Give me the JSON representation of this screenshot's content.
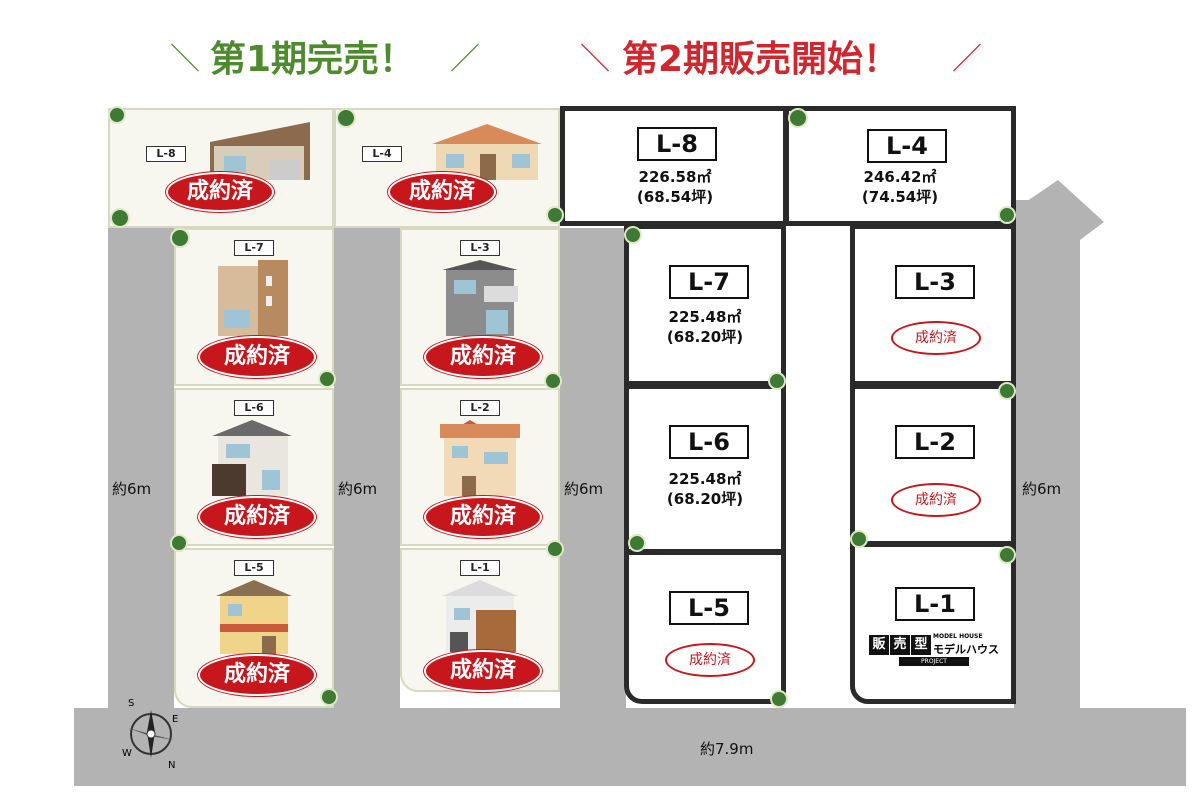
{
  "header": {
    "phase1": "第1期完売！",
    "phase2": "第2期販売開始！",
    "phase1_color": "#4e8b2e",
    "phase2_color": "#d0262e",
    "slash_left": "＼",
    "slash_right": "／"
  },
  "phase1_lots": [
    {
      "id": "L-8",
      "status": "成約済"
    },
    {
      "id": "L-4",
      "status": "成約済"
    },
    {
      "id": "L-7",
      "status": "成約済"
    },
    {
      "id": "L-3",
      "status": "成約済"
    },
    {
      "id": "L-6",
      "status": "成約済"
    },
    {
      "id": "L-2",
      "status": "成約済"
    },
    {
      "id": "L-5",
      "status": "成約済"
    },
    {
      "id": "L-1",
      "status": "成約済"
    }
  ],
  "phase2_lots": [
    {
      "id": "L-8",
      "area": "226.58㎡",
      "tsubo": "(68.54坪)"
    },
    {
      "id": "L-4",
      "area": "246.42㎡",
      "tsubo": "(74.54坪)"
    },
    {
      "id": "L-7",
      "area": "225.48㎡",
      "tsubo": "(68.20坪)"
    },
    {
      "id": "L-3",
      "status": "成約済"
    },
    {
      "id": "L-6",
      "area": "225.48㎡",
      "tsubo": "(68.20坪)"
    },
    {
      "id": "L-2",
      "status": "成約済"
    },
    {
      "id": "L-5",
      "status": "成約済"
    },
    {
      "id": "L-1",
      "badge_a": "販",
      "badge_b": "売",
      "badge_c": "型",
      "badge_top": "MODEL HOUSE",
      "badge_main": "モデルハウス",
      "badge_bottom": "PROJECT"
    }
  ],
  "roads": {
    "left": "約6m",
    "mid1": "約6m",
    "mid2": "約6m",
    "right": "約6m",
    "bottom": "約7.9m"
  },
  "compass": {
    "n": "N",
    "s": "S",
    "e": "E",
    "w": "W"
  },
  "colors": {
    "sold_red": "#c8161d",
    "road": "#b3b3b3",
    "tree": "#3f7a35"
  }
}
